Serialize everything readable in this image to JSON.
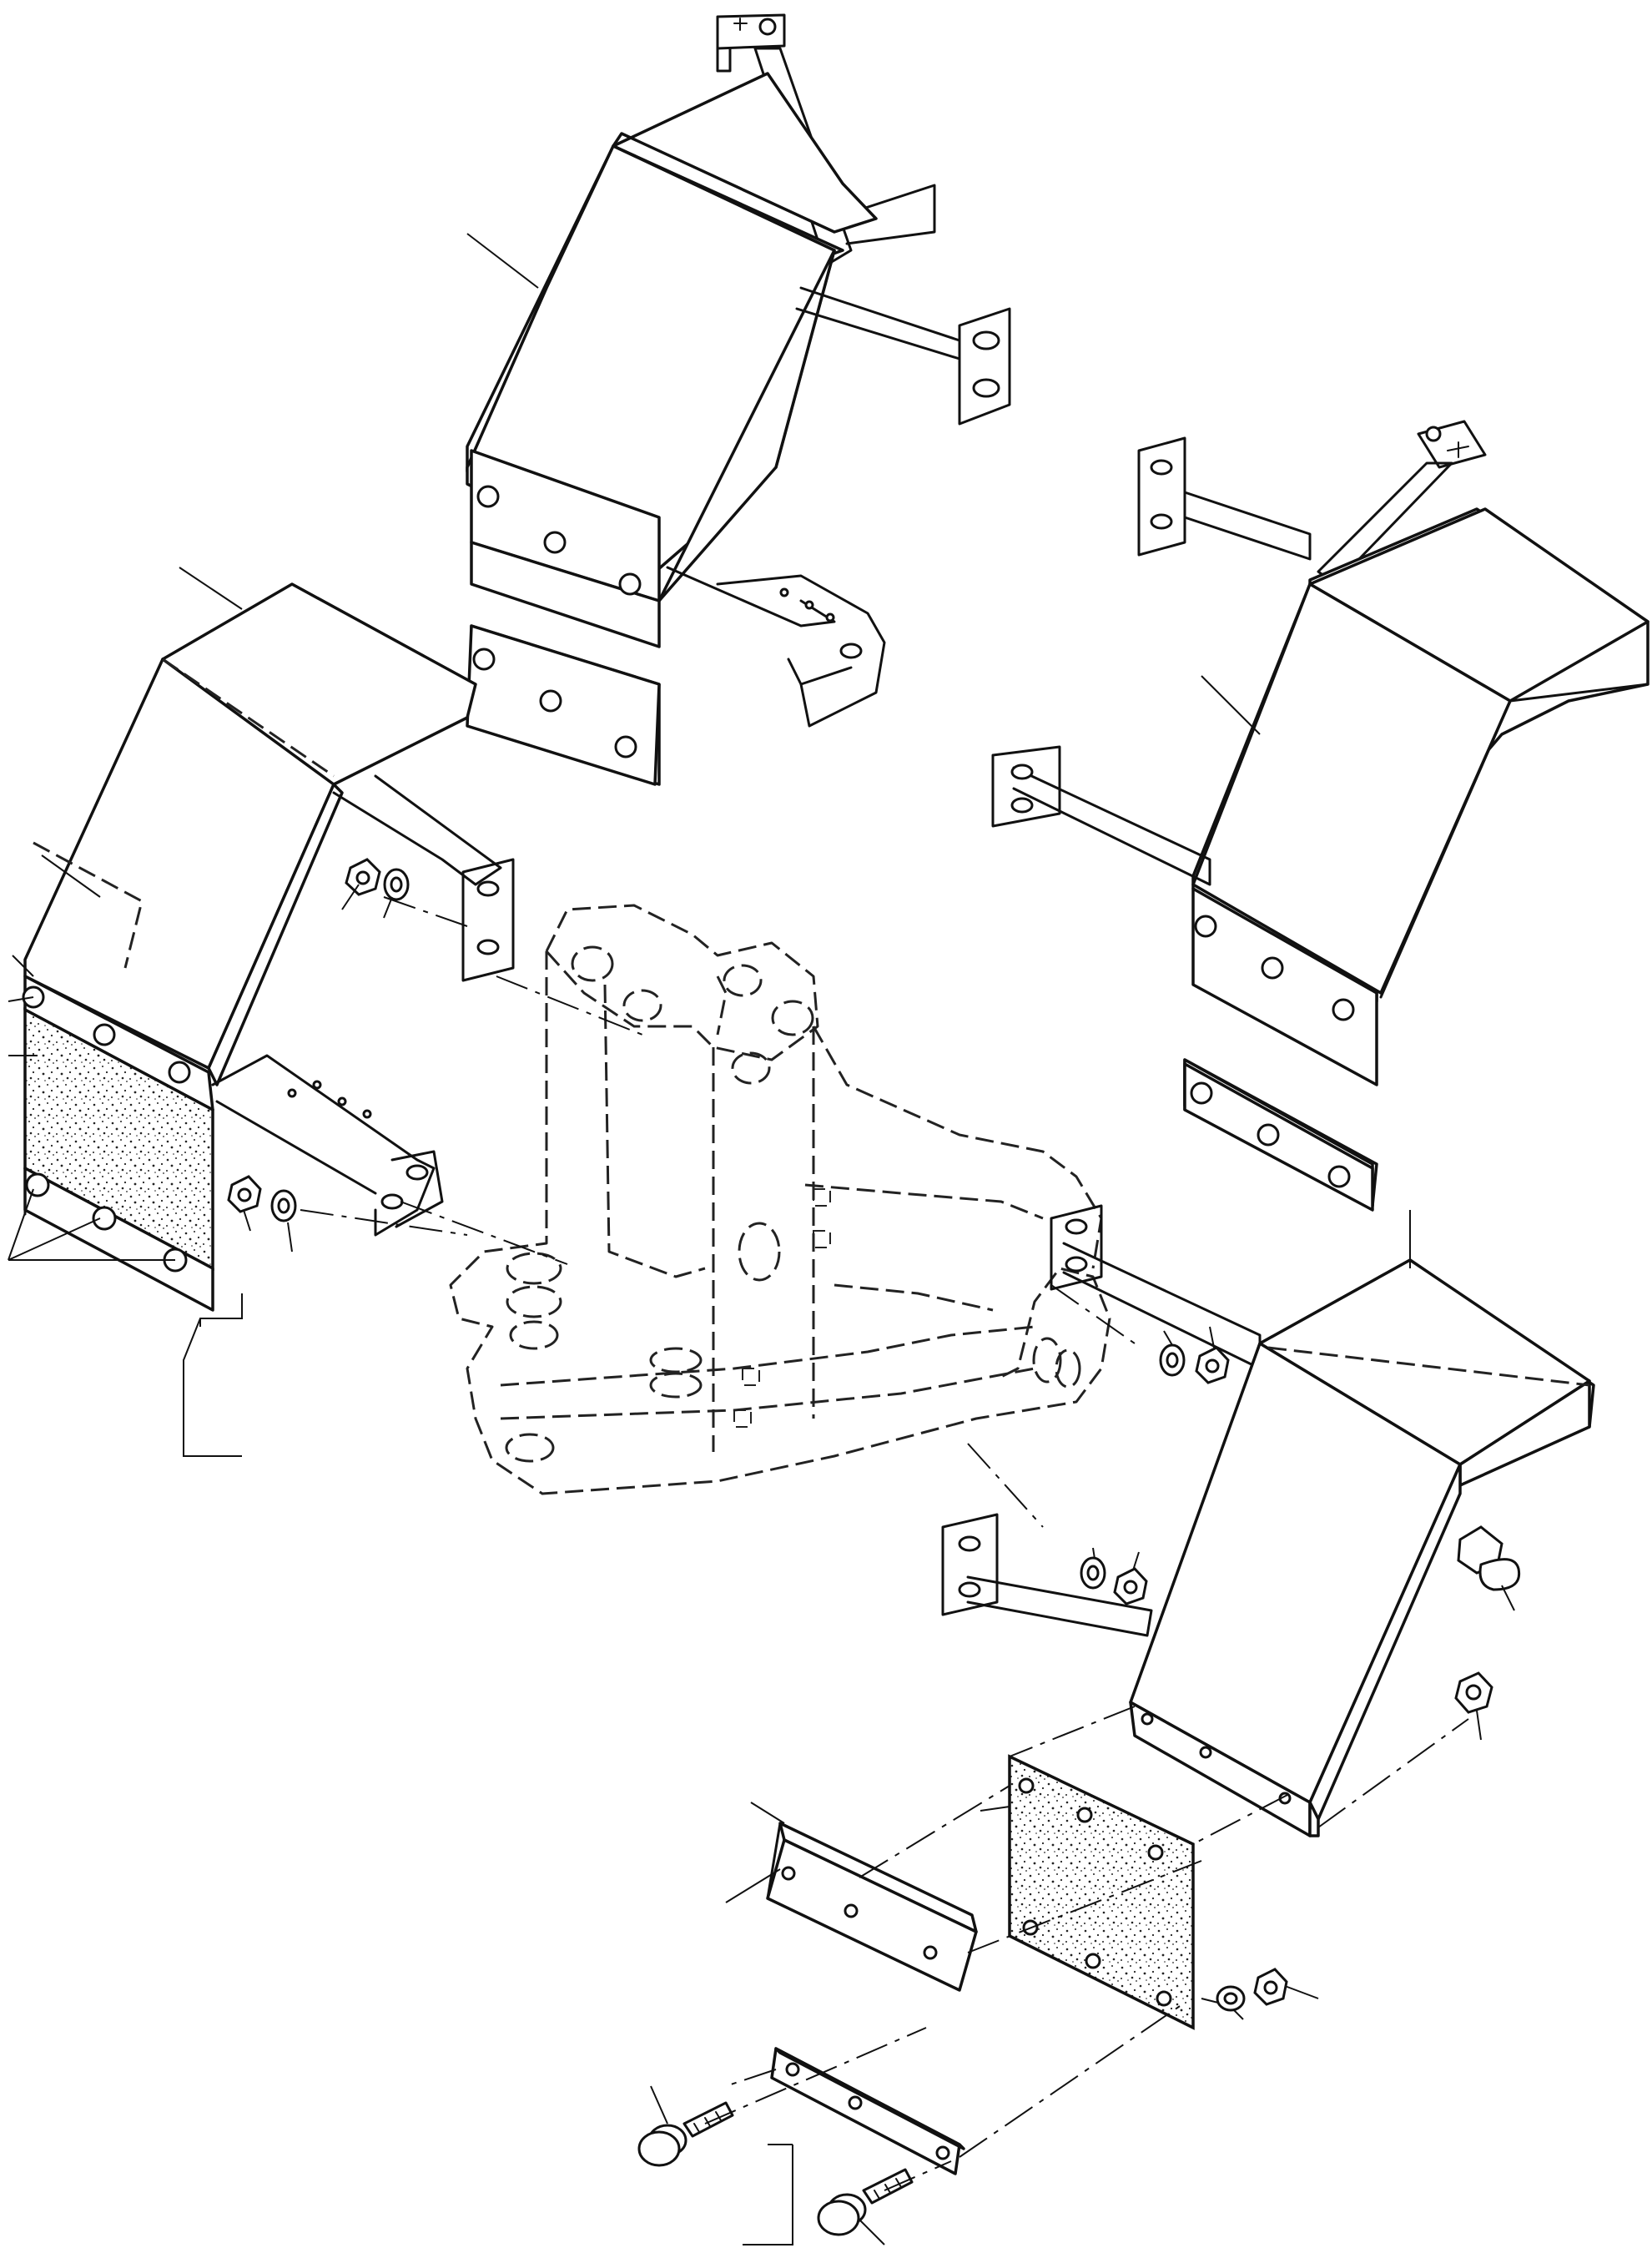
{
  "diagram": {
    "type": "exploded parts illustration",
    "parts": [
      "fender-rear-upper",
      "fender-rear-right",
      "fender-left-with-mud-flap",
      "fender-front-right-with-mud-flap",
      "frame-ghost-outline",
      "mud-flap",
      "flap-clamp-plate-upper",
      "flap-clamp-plate-lower",
      "flange-bolts",
      "nuts-and-washers",
      "cap-nut"
    ],
    "colors": {
      "line": "#111111",
      "background": "#ffffff"
    }
  }
}
